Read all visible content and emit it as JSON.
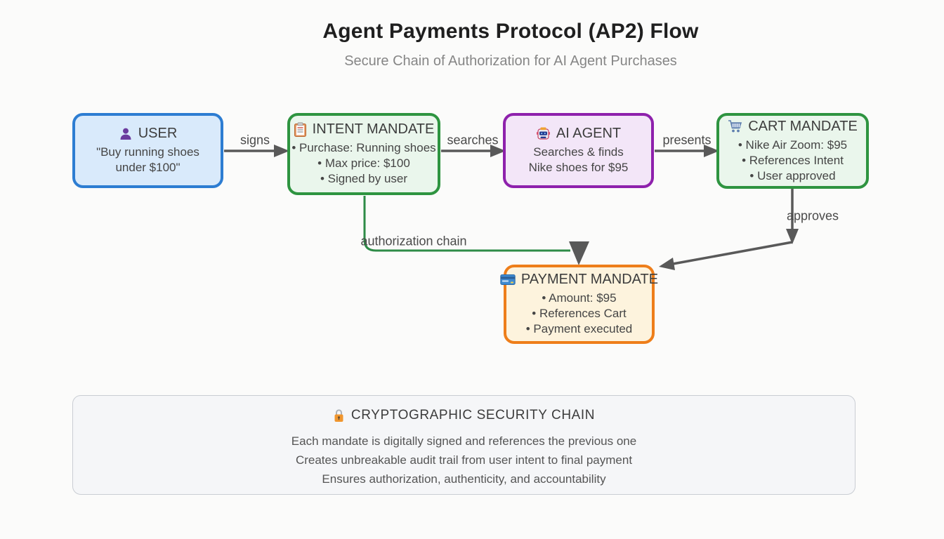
{
  "header": {
    "title": "Agent Payments Protocol (AP2) Flow",
    "subtitle": "Secure Chain of Authorization for AI Agent Purchases"
  },
  "nodes": {
    "user": {
      "icon": "user-icon",
      "title": "USER",
      "lines": [
        "\"Buy running shoes",
        "under $100\""
      ],
      "border_color": "#2d7dd2",
      "bg_color": "#d9eafb"
    },
    "intent_mandate": {
      "icon": "clipboard-icon",
      "title": "INTENT MANDATE",
      "lines": [
        "• Purchase: Running shoes",
        "• Max price: $100",
        "• Signed by user"
      ],
      "border_color": "#2e9440",
      "bg_color": "#eaf6ec"
    },
    "ai_agent": {
      "icon": "robot-icon",
      "title": "AI AGENT",
      "lines": [
        "Searches & finds",
        "Nike shoes for $95"
      ],
      "border_color": "#8e21ac",
      "bg_color": "#f3e6f8"
    },
    "cart_mandate": {
      "icon": "cart-icon",
      "title": "CART MANDATE",
      "lines": [
        "• Nike Air Zoom: $95",
        "• References Intent",
        "• User approved"
      ],
      "border_color": "#2e9440",
      "bg_color": "#eaf6ec"
    },
    "payment_mandate": {
      "icon": "credit-card-icon",
      "title": "PAYMENT MANDATE",
      "lines": [
        "• Amount: $95",
        "• References Cart",
        "• Payment executed"
      ],
      "border_color": "#ee7e1a",
      "bg_color": "#fdf3dd"
    }
  },
  "edges": {
    "signs": {
      "label": "signs",
      "from": "user",
      "to": "intent_mandate",
      "color": "#595959"
    },
    "searches": {
      "label": "searches",
      "from": "intent_mandate",
      "to": "ai_agent",
      "color": "#595959"
    },
    "presents": {
      "label": "presents",
      "from": "ai_agent",
      "to": "cart_mandate",
      "color": "#595959"
    },
    "approves": {
      "label": "approves",
      "from": "cart_mandate",
      "to": "payment_mandate",
      "color": "#595959"
    },
    "authorization_chain": {
      "label": "authorization chain",
      "from": "intent_mandate",
      "to": "payment_mandate",
      "color": "#2e8b47"
    }
  },
  "security_panel": {
    "icon": "lock-icon",
    "title": "CRYPTOGRAPHIC SECURITY CHAIN",
    "lines": [
      "Each mandate is digitally signed and references the previous one",
      "Creates unbreakable audit trail from user intent to final payment",
      "Ensures authorization, authenticity, and accountability"
    ]
  }
}
